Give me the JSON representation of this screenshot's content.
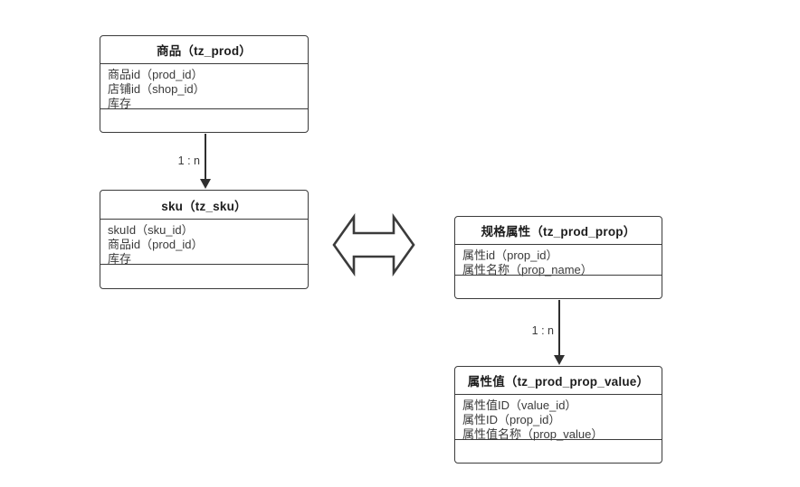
{
  "diagram": {
    "entities": [
      {
        "id": "prod",
        "title": "商品（tz_prod）",
        "attributes": [
          "商品id（prod_id）",
          "店铺id（shop_id）",
          "库存"
        ]
      },
      {
        "id": "sku",
        "title": "sku（tz_sku）",
        "attributes": [
          "skuId（sku_id）",
          "商品id（prod_id）",
          "库存"
        ]
      },
      {
        "id": "prop",
        "title": "规格属性（tz_prod_prop）",
        "attributes": [
          "属性id（prop_id）",
          "属性名称（prop_name）"
        ]
      },
      {
        "id": "prop_value",
        "title": "属性值（tz_prod_prop_value）",
        "attributes": [
          "属性值ID（value_id）",
          "属性ID（prop_id）",
          "属性值名称（prop_value）"
        ]
      }
    ],
    "connectors": [
      {
        "id": "prod-sku",
        "label": "1 : n"
      },
      {
        "id": "prop-value",
        "label": "1 : n"
      }
    ],
    "relation_arrow": {
      "name": "bidirectional-arrow"
    },
    "colors": {
      "stroke": "#3b3b3b",
      "text": "#3a3a3a",
      "title_text": "#1d1d1d",
      "background": "#ffffff"
    }
  }
}
